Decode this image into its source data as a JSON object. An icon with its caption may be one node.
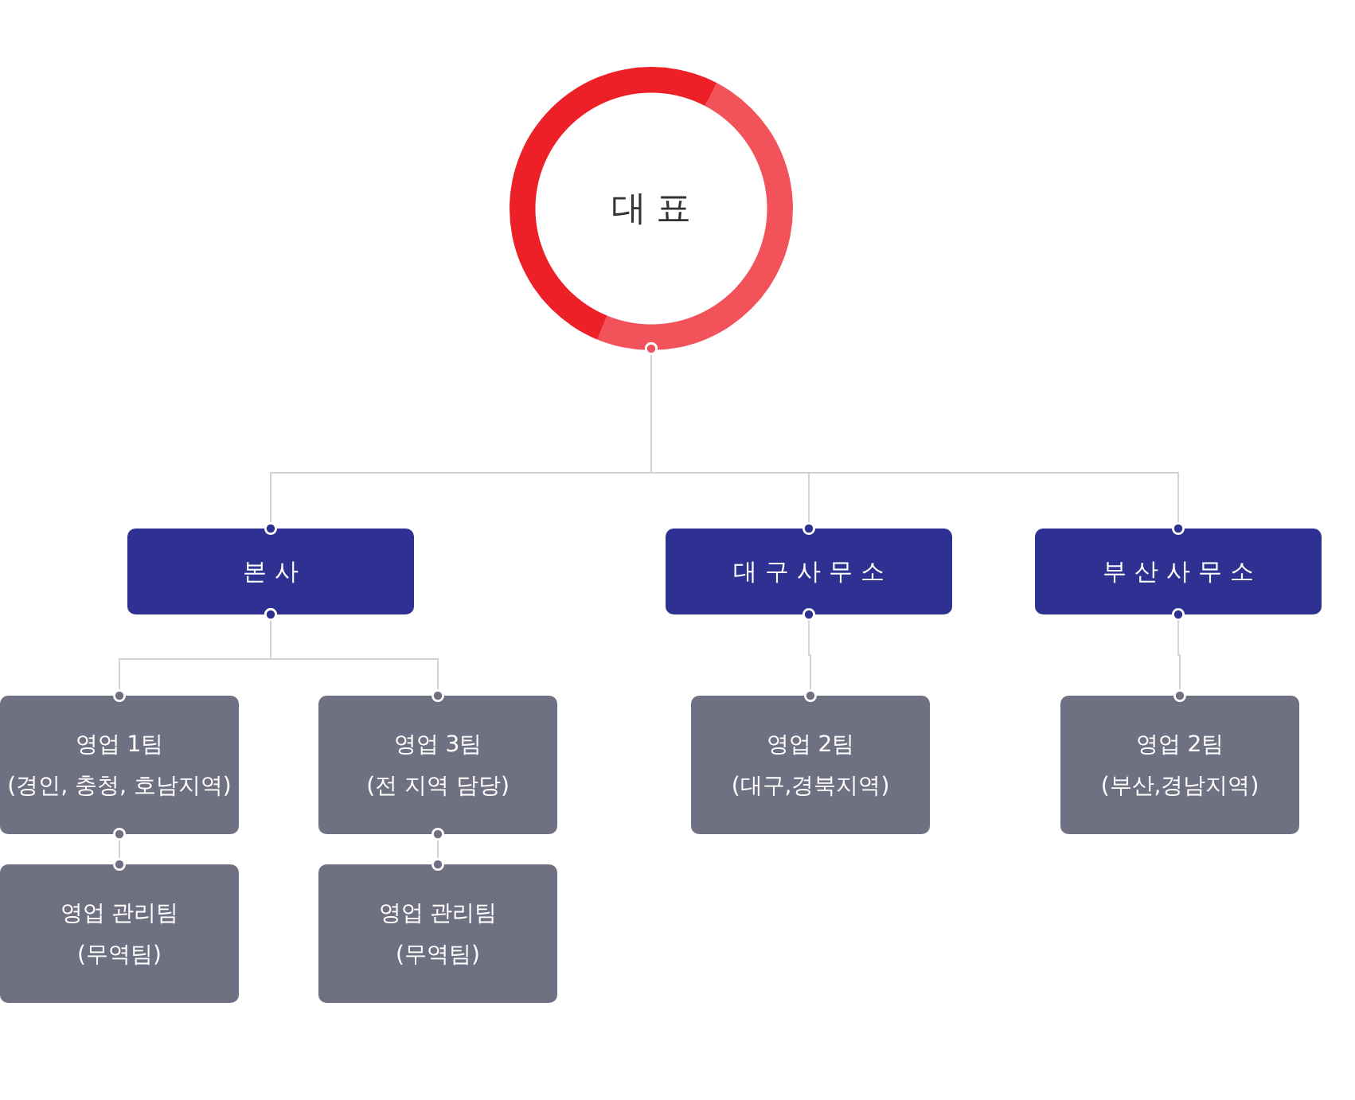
{
  "diagram": {
    "nodes": [
      {
        "text": [
          "대표"
        ]
      },
      {
        "text": [
          "본사"
        ]
      },
      {
        "text": [
          "대구사무소"
        ]
      },
      {
        "text": [
          "부산사무소"
        ]
      },
      {
        "text": [
          "영업 1팀",
          "(경인, 충청, 호남지역)"
        ]
      },
      {
        "text": [
          "영업 3팀",
          "(전 지역 담당)"
        ]
      },
      {
        "text": [
          "영업 2팀",
          "(대구,경북지역)"
        ]
      },
      {
        "text": [
          "영업 2팀",
          "(부산,경남지역)"
        ]
      },
      {
        "text": [
          "영업 관리팀",
          "(무역팀)"
        ]
      },
      {
        "text": [
          "영업 관리팀",
          "(무역팀)"
        ]
      }
    ],
    "edges": [
      {
        "from": 0,
        "to": 1,
        "arrow": "other"
      },
      {
        "from": 0,
        "to": 2,
        "arrow": "other"
      },
      {
        "from": 0,
        "to": 3,
        "arrow": "other"
      },
      {
        "from": 1,
        "to": 4,
        "arrow": "other"
      },
      {
        "from": 1,
        "to": 5,
        "arrow": "other"
      },
      {
        "from": 2,
        "to": 6,
        "arrow": "other"
      },
      {
        "from": 3,
        "to": 7,
        "arrow": "other"
      },
      {
        "from": 4,
        "to": 8,
        "arrow": "other"
      },
      {
        "from": 5,
        "to": 9,
        "arrow": "other"
      }
    ]
  }
}
